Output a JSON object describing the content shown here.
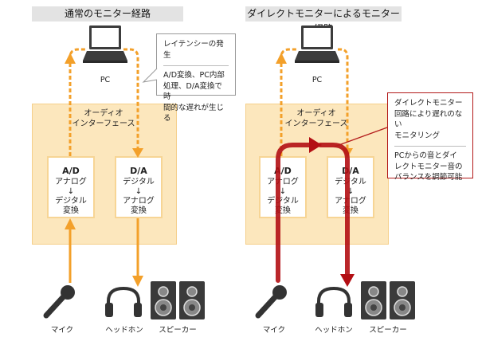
{
  "left_panel": {
    "title": "通常のモニター経路",
    "pc_label": "PC",
    "interface": {
      "line1": "オーディオ",
      "line2": "インターフェース"
    },
    "ad": {
      "head": "A/D",
      "lines": [
        "アナログ",
        "↓",
        "デジタル",
        "変換"
      ]
    },
    "da": {
      "head": "D/A",
      "lines": [
        "デジタル",
        "↓",
        "アナログ",
        "変換"
      ]
    },
    "mic_label": "マイク",
    "headphone_label": "ヘッドホン",
    "speaker_label": "スピーカー",
    "note": {
      "title": "レイテンシーの発生",
      "lines": [
        "A/D変換、PC内部",
        "処理、D/A変換で時",
        "間的な遅れが生じる"
      ]
    }
  },
  "right_panel": {
    "title": "ダイレクトモニターによるモニター経路",
    "pc_label": "PC",
    "interface": {
      "line1": "オーディオ",
      "line2": "インターフェース"
    },
    "ad": {
      "head": "A/D",
      "lines": [
        "アナログ",
        "↓",
        "デジタル",
        "変換"
      ]
    },
    "da": {
      "head": "D/A",
      "lines": [
        "デジタル",
        "↓",
        "アナログ",
        "変換"
      ]
    },
    "mic_label": "マイク",
    "headphone_label": "ヘッドホン",
    "speaker_label": "スピーカー",
    "note": {
      "block1": [
        "ダイレクトモニター",
        "回路により遅れのない",
        "モニタリング"
      ],
      "block2": [
        "PCからの音とダイ",
        "レクトモニター音の",
        "バランスを調節可能"
      ]
    }
  },
  "colors": {
    "orange_path": "#f3a02a",
    "red_path": "#b30f14",
    "interface_fill": "#fce7bd",
    "title_bg": "#e3e3e3"
  },
  "icons": [
    "laptop-icon",
    "microphone-icon",
    "headphones-icon",
    "speaker-icon"
  ]
}
